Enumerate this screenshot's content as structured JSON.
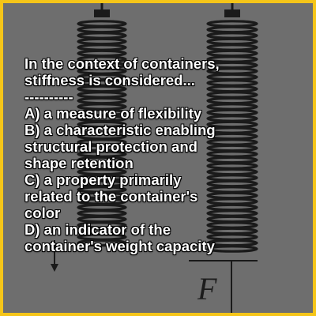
{
  "question": "In the context of containers,\nstiffness is considered...",
  "separator": "----------",
  "options": [
    "A) a measure of flexibility",
    "B) a characteristic enabling\nstructural protection and\nshape retention",
    "C) a property primarily\nrelated to the container's\ncolor",
    "D) an indicator of the\ncontainer's weight capacity"
  ],
  "figure": {
    "force_label": "F"
  },
  "colors": {
    "frame": "#f5c518",
    "background": "#6e6e6e",
    "spring": "#1a1a1a",
    "text": "#ffffff"
  }
}
